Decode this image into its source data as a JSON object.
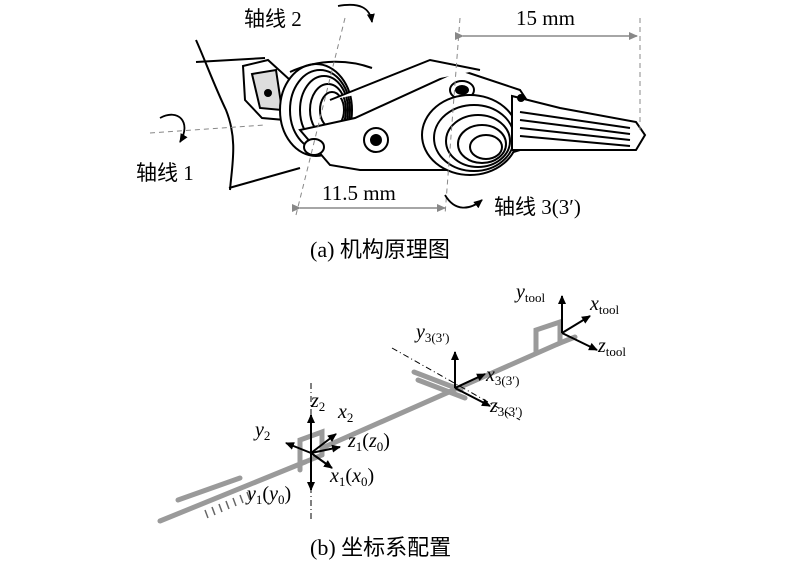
{
  "panel_a": {
    "axis2_label": "轴线 2",
    "axis1_label": "轴线 1",
    "axis3_label": "轴线 3(3′)",
    "dim_15": "15 mm",
    "dim_11_5": "11.5 mm",
    "caption": "(a) 机构原理图"
  },
  "panel_b": {
    "caption": "(b) 坐标系配置",
    "frame_tool": {
      "y": "y",
      "x": "x",
      "z": "z",
      "sub": "tool"
    },
    "frame_3": {
      "y": "y",
      "x": "x",
      "z": "z",
      "sub": "3(3′)"
    },
    "frame_2": {
      "z": "z",
      "x": "x",
      "y": "y",
      "sub": "2"
    },
    "frame_1": {
      "z": "z",
      "z_sub": "1",
      "z0": "z",
      "z0_sub": "0",
      "x": "x",
      "x_sub": "1",
      "x0": "x",
      "x0_sub": "0",
      "y": "y",
      "y_sub": "1",
      "y0": "y",
      "y0_sub": "0"
    }
  },
  "colors": {
    "ink": "#000000",
    "link_gray": "#9a9a9a",
    "background": "#ffffff"
  }
}
